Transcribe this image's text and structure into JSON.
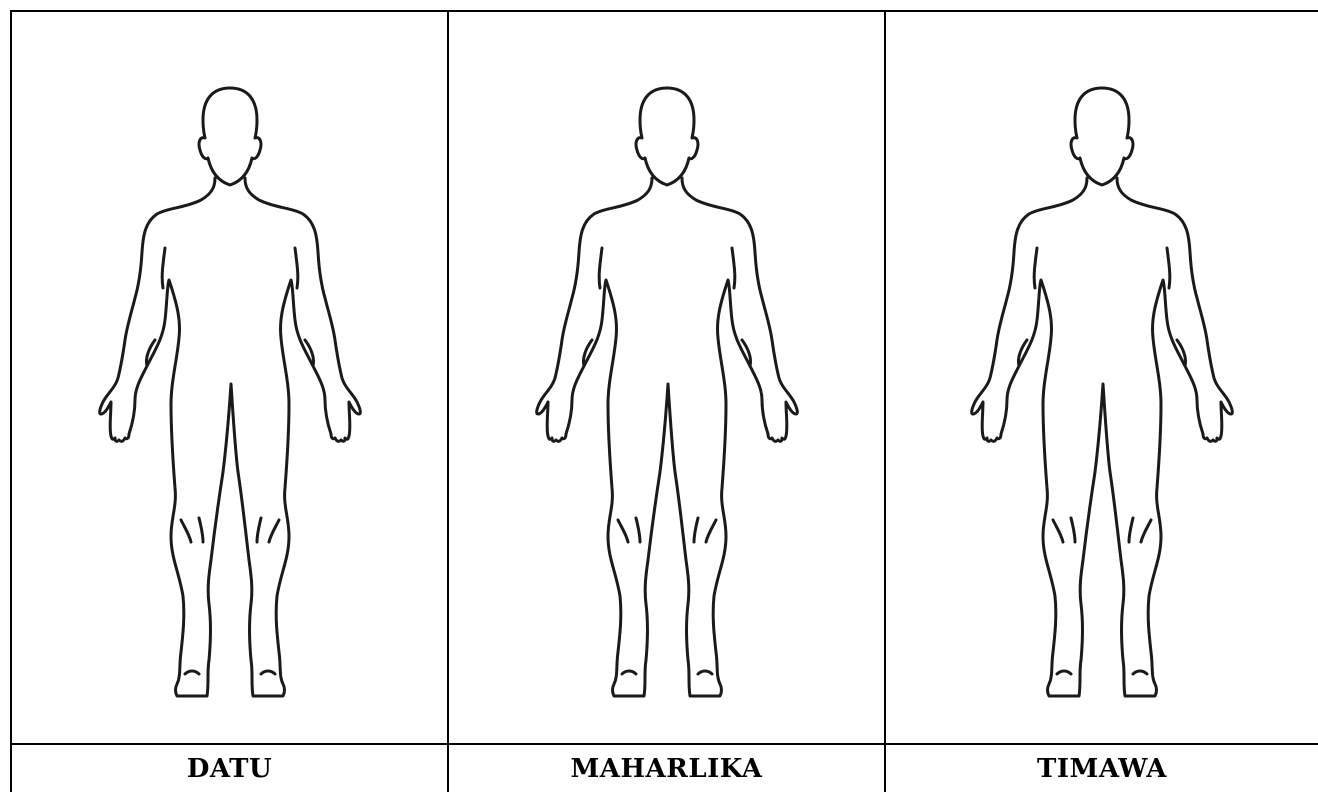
{
  "table": {
    "columns": [
      {
        "label": "DATU",
        "figure_icon": "human-body-outline-icon"
      },
      {
        "label": "MAHARLIKA",
        "figure_icon": "human-body-outline-icon"
      },
      {
        "label": "TIMAWA",
        "figure_icon": "human-body-outline-icon"
      }
    ]
  },
  "colors": {
    "border": "#000000",
    "outline": "#1a1a1a",
    "background": "#ffffff"
  }
}
